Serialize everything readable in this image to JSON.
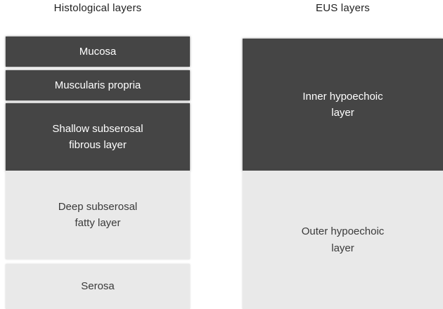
{
  "colors": {
    "dark": "#454545",
    "light": "#e9e9e9",
    "text_on_dark": "#ffffff",
    "text_on_light": "#3a3a3a",
    "title_text": "#1f1f1f",
    "background": "#ffffff"
  },
  "left": {
    "title": "Histological layers",
    "layers": [
      {
        "label": "Mucosa",
        "tone": "dark"
      },
      {
        "label": "Muscularis propria",
        "tone": "dark"
      },
      {
        "label": "Shallow subserosal\nfibrous layer",
        "tone": "dark"
      },
      {
        "label": "Deep subserosal\nfatty layer",
        "tone": "light"
      },
      {
        "label": "Serosa",
        "tone": "light"
      }
    ]
  },
  "right": {
    "title": "EUS layers",
    "layers": [
      {
        "label": "Inner hypoechoic\nlayer",
        "tone": "dark"
      },
      {
        "label": "Outer hypoechoic\nlayer",
        "tone": "light"
      }
    ]
  }
}
